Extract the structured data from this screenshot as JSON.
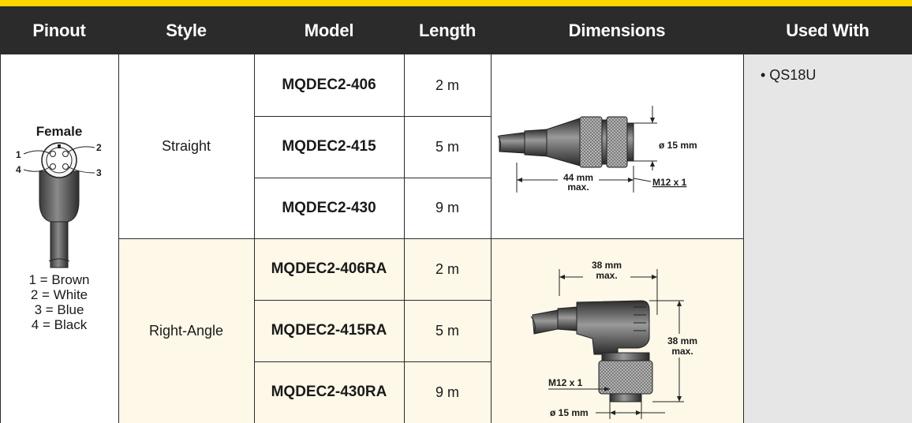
{
  "headers": [
    "Pinout",
    "Style",
    "Model",
    "Length",
    "Dimensions",
    "Used With"
  ],
  "pinout": {
    "title": "Female",
    "pins": [
      "1",
      "2",
      "3",
      "4"
    ],
    "legend": [
      "1 = Brown",
      "2 = White",
      "3 = Blue",
      "4 = Black"
    ]
  },
  "groups": [
    {
      "style": "Straight",
      "rows": [
        {
          "model": "MQDEC2-406",
          "length": "2 m"
        },
        {
          "model": "MQDEC2-415",
          "length": "5 m"
        },
        {
          "model": "MQDEC2-430",
          "length": "9 m"
        }
      ],
      "dims": {
        "length": "44 mm",
        "length_max": "max.",
        "dia": "ø 15 mm",
        "thread": "M12 x 1"
      }
    },
    {
      "style": "Right-Angle",
      "rows": [
        {
          "model": "MQDEC2-406RA",
          "length": "2 m"
        },
        {
          "model": "MQDEC2-415RA",
          "length": "5 m"
        },
        {
          "model": "MQDEC2-430RA",
          "length": "9 m"
        }
      ],
      "dims": {
        "width": "38 mm",
        "width_max": "max.",
        "height": "38 mm",
        "height_max": "max.",
        "thread": "M12 x 1",
        "dia": "ø 15 mm"
      }
    }
  ],
  "used_with": [
    "• QS18U"
  ],
  "colors": {
    "accent": "#ffd400",
    "header": "#2b2b2b",
    "cream": "#fdf8e8",
    "gray": "#e6e6e6"
  }
}
